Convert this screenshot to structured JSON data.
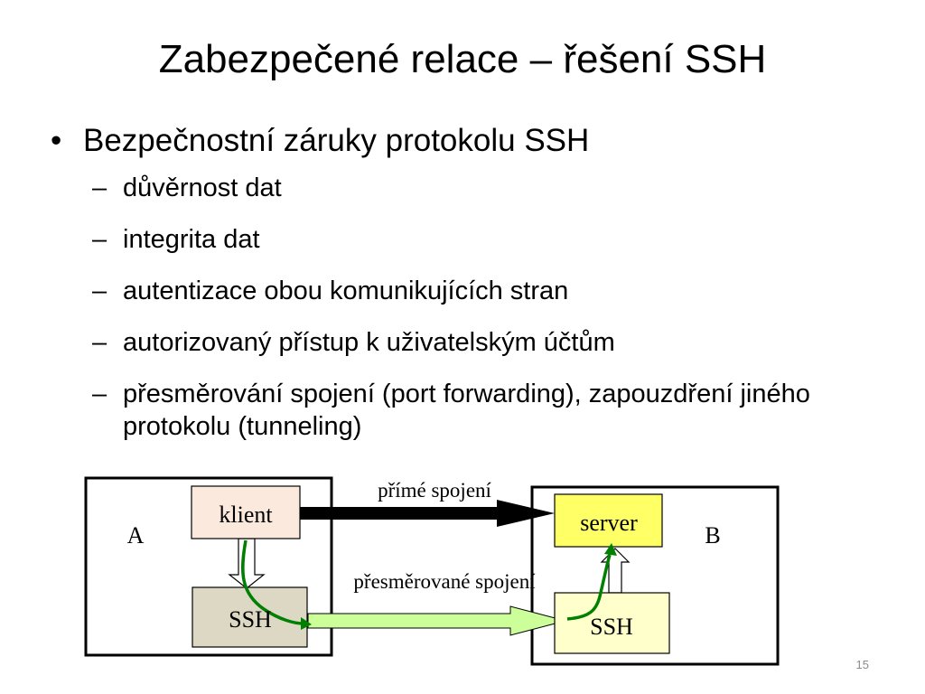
{
  "slide": {
    "title": "Zabezpečené relace – řešení SSH",
    "bullet_marker": "•",
    "bullet": "Bezpečnostní záruky protokolu SSH",
    "dash": "–",
    "sub_items": [
      "důvěrnost dat",
      "integrita dat",
      "autentizace obou komunikujících stran",
      "autorizovaný přístup k uživatelským účtům",
      "přesměrování spojení (port forwarding), zapouzdření jiného protokolu (tunneling)"
    ],
    "page_number": "15"
  },
  "diagram": {
    "label_a": "A",
    "label_b": "B",
    "client": "klient",
    "server": "server",
    "ssh_left": "SSH",
    "ssh_right": "SSH",
    "direct_label": "přímé spojení",
    "forwarded_label": "přesměrované spojení",
    "colors": {
      "client_fill": "#fce9dd",
      "server_fill": "#ffff66",
      "ssh_left_fill": "#ddd8c4",
      "ssh_right_fill": "#ffffcc",
      "forward_arrow": "#ccff99",
      "path_green": "#008000"
    }
  }
}
